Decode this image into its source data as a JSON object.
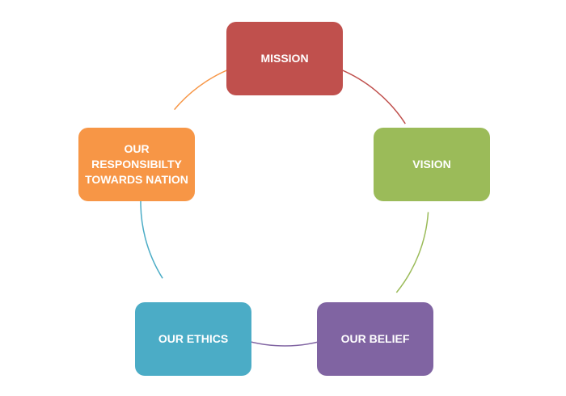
{
  "nodes": [
    {
      "label": "MISSION",
      "color": "#C0504D"
    },
    {
      "label": "VISION",
      "color": "#9BBB59"
    },
    {
      "label": "OUR BELIEF",
      "color": "#8064A2"
    },
    {
      "label": "OUR ETHICS",
      "color": "#4BACC6"
    },
    {
      "label": "OUR RESPONSIBILTY TOWARDS NATION",
      "color": "#F79646"
    }
  ]
}
